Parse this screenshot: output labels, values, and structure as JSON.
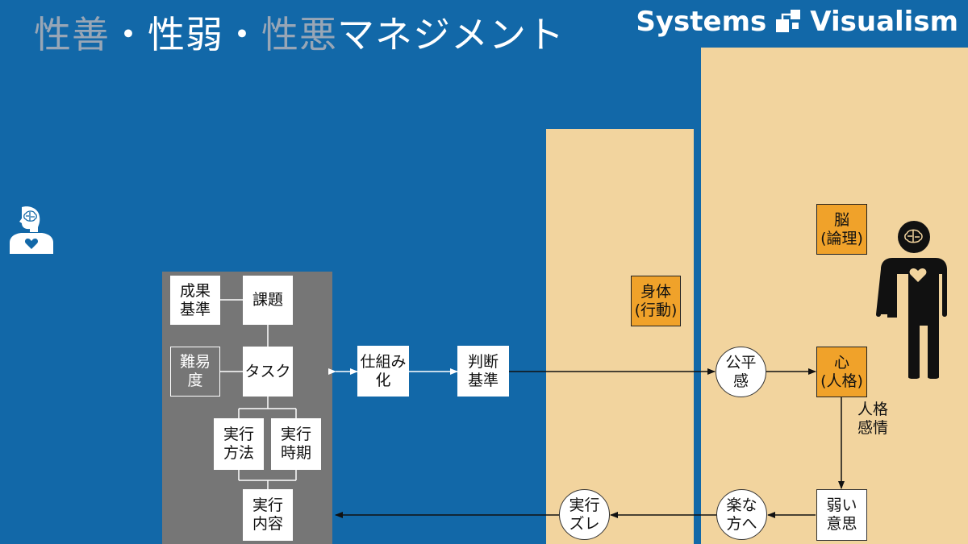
{
  "title": {
    "part1": "性善",
    "sep1": "・",
    "part2": "性弱",
    "sep2": "・",
    "part3": "性悪",
    "part4": "マネジメント"
  },
  "brand": {
    "left": "Systems",
    "right": "Visualism"
  },
  "nodes": {
    "seika": "成果\n基準",
    "kadai": "課題",
    "nanido": "難易\n度",
    "task": "タスク",
    "houhou": "実行\n方法",
    "jiki": "実行\n時期",
    "naiyou": "実行\n内容",
    "shikumi": "仕組み\n化",
    "handan": "判断\n基準",
    "shintai": "身体\n(行動)",
    "nou": "脳\n(論理)",
    "kokoro": "心\n(人格)",
    "kouhei": "公平\n感",
    "yowai": "弱い\n意思",
    "raku": "楽な\n方へ",
    "zure": "実行\nズレ",
    "jinkaku": "人格\n感情"
  },
  "colors": {
    "background": "#1268a8",
    "panel_tan": "#f2d49e",
    "panel_gray": "#767676",
    "orange": "#f0a22a",
    "title_dim": "#98a6b6"
  },
  "icons": [
    "person-head-heart-icon",
    "brain-icon",
    "heart-icon",
    "human-silhouette-icon",
    "logo-squares-icon"
  ]
}
